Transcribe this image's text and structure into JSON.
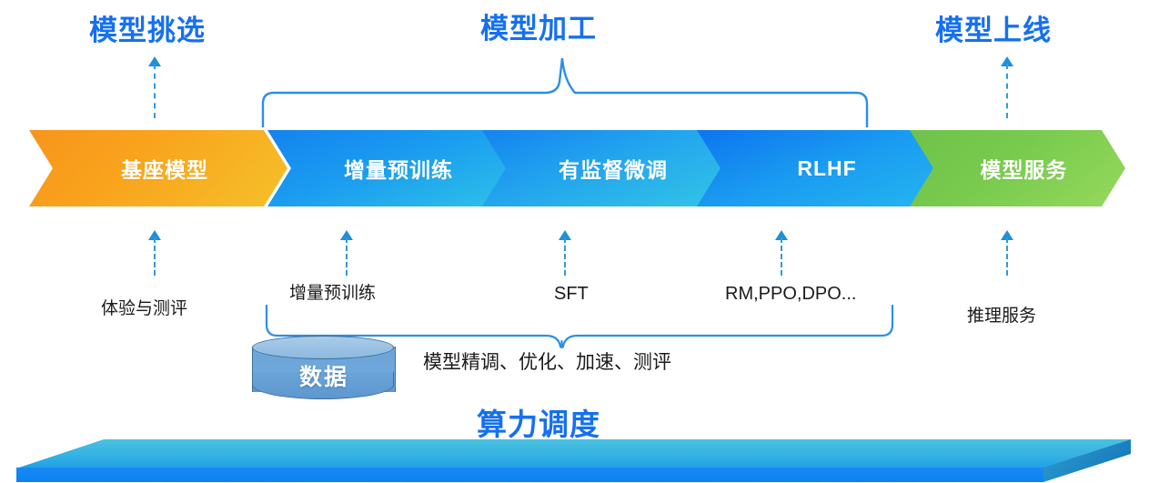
{
  "diagram": {
    "title_sections": [
      {
        "id": "model-selection",
        "label": "模型挑选"
      },
      {
        "id": "model-processing",
        "label": "模型加工"
      },
      {
        "id": "model-launch",
        "label": "模型上线"
      }
    ],
    "pipeline": {
      "stages": [
        {
          "id": "base-model",
          "label": "基座模型",
          "color": "#f7941d"
        },
        {
          "id": "incremental-pretrain",
          "label": "增量预训练",
          "color": "#1a9cf0"
        },
        {
          "id": "supervised-finetune",
          "label": "有监督微调",
          "color": "#23a5ee"
        },
        {
          "id": "rlhf",
          "label": "RLHF",
          "color": "#1a9cf1"
        },
        {
          "id": "model-service",
          "label": "模型服务",
          "color": "#79cb4e"
        }
      ]
    },
    "captions": [
      {
        "id": "evaluation",
        "label": "体验与测评"
      },
      {
        "id": "incremental-pretrain-caption",
        "label": "增量预训练"
      },
      {
        "id": "sft-caption",
        "label": "SFT"
      },
      {
        "id": "rlhf-algos-caption",
        "label": "RM,PPO,DPO..."
      },
      {
        "id": "inference-service",
        "label": "推理服务"
      },
      {
        "id": "tuning-summary",
        "label": "模型精调、优化、加速、测评"
      }
    ],
    "datastore": {
      "label": "数据"
    },
    "platform": {
      "label": "算力调度"
    },
    "colors": {
      "heading_blue": "#1570f0",
      "arrow_blue": "#2f9bdd",
      "brace_blue": "#2b8fe8",
      "caption_text": "#1a1a1a"
    }
  }
}
